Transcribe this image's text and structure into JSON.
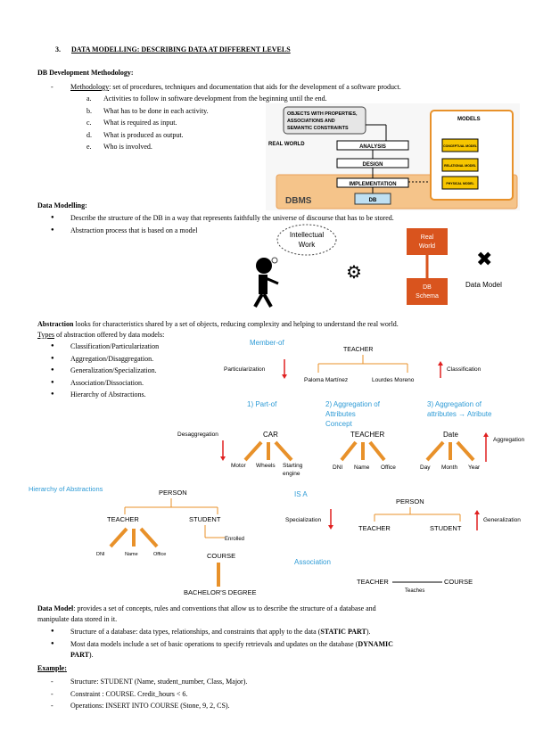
{
  "heading": {
    "num": "3.",
    "title": "DATA MODELLING: DESCRIBING DATA AT DIFFERENT LEVELS"
  },
  "dbdev": {
    "title": "DB Development Methodology",
    "methodology_term": "Methodology",
    "methodology_text": ": set of procedures, techniques and documentation that aids for the development of a software product.",
    "items": [
      {
        "letter": "a.",
        "text": "Activities to follow in software development from the beginning until the end."
      },
      {
        "letter": "b.",
        "text": "What has to be done in each activity."
      },
      {
        "letter": "c.",
        "text": "What is required as input."
      },
      {
        "letter": "d.",
        "text": "What is produced as output."
      },
      {
        "letter": "e.",
        "text": "Who is involved."
      }
    ]
  },
  "fig1": {
    "objects": "OBJECTS WITH PROPERTIES, ASSOCIATIONS AND SEMANTIC CONSTRAINTS",
    "real_world": "REAL WORLD",
    "analysis": "ANALYSIS",
    "design": "DESIGN",
    "implementation": "IMPLEMENTATION",
    "db": "DB",
    "dbms": "DBMS",
    "models": "MODELS",
    "m1": "CONCEPTUAL MODEL",
    "m2": "RELATIONAL MODEL",
    "m3": "PHYSICAL MODEL"
  },
  "modelling": {
    "title": "Data Modelling",
    "bullets": [
      "Describe the structure of the DB in a way that represents faithfully the universe of discourse that has to be stored.",
      "Abstraction process that is based on a model"
    ]
  },
  "fig2": {
    "thought": "Intellectual Work",
    "real_world": "Real World",
    "db_schema": "DB Schema",
    "data_model": "Data Model"
  },
  "abstraction": {
    "term": "Abstraction",
    "text": " looks for characteristics shared by a set of objects, reducing complexity and helping to understand the real world.",
    "types_term": "Types",
    "types_text": " of abstraction offered by data models:",
    "bullets": [
      "Classification/Particularization",
      "Aggregation/Disaggregation.",
      "Generalization/Specialization.",
      "Association/Dissociation.",
      "Hierarchy of Abstractions."
    ]
  },
  "fig3": {
    "member_of": "Member-of",
    "teacher": "TEACHER",
    "particularization": "Particularization",
    "classification": "Classification",
    "inst1": "Paloma Martínez",
    "inst2": "Lourdes Moreno",
    "part_of": "1) Part-of",
    "agg_attr": "2) Aggregation of Attributes → Concept",
    "agg_attr2": "3) Aggregation of attributes → Atribute",
    "desaggregation": "Desaggregation",
    "aggregation": "Aggregation",
    "car": "CAR",
    "motor": "Motor",
    "wheels": "Wheels",
    "starting": "Starting engine",
    "teacher2": "TEACHER",
    "dni": "DNI",
    "name": "Name",
    "office": "Office",
    "date": "Date",
    "day": "Day",
    "month": "Month",
    "year": "Year"
  },
  "fig4": {
    "hierarchy": "Hierarchy of Abstractions",
    "person": "PERSON",
    "teacher": "TEACHER",
    "student": "STUDENT",
    "dni": "DNI",
    "name": "Name",
    "office": "Office",
    "enrolled": "Enrolled",
    "course": "COURSE",
    "bachelor": "BACHELOR'S DEGREE",
    "is_a": "IS A",
    "person2": "PERSON",
    "specialization": "Specialization",
    "generalization": "Generalization",
    "teacher2": "TEACHER",
    "student2": "STUDENT",
    "association": "Association",
    "teacher3": "TEACHER",
    "course2": "COURSE",
    "teaches": "Teaches"
  },
  "datamodel": {
    "term": "Data Model",
    "line1": ": provides a set of concepts, rules and conventions that allow us to describe the structure of a database and",
    "line2": "manipulate data stored in it.",
    "b1_text": "Structure of a database: data types, relationships, and constraints that apply to the data (",
    "b1_bold": "STATIC PART",
    "b1_end": ").",
    "b2_text": "Most data models include a set of basic operations to specify retrievals and updates on the database (",
    "b2_bold": "DYNAMIC",
    "b2_line2_bold": "PART",
    "b2_end": ")."
  },
  "example": {
    "title": "Example",
    "items": [
      "Structure: STUDENT (Name, student_number, Class, Major).",
      "Constraint : COURSE. Credit_hours < 6.",
      "Operations: INSERT INTO COURSE (Stone, 9, 2, CS)."
    ]
  },
  "colors": {
    "orange": "#e8912a",
    "blue": "#2e9bd6",
    "red": "#e02020",
    "dbms_band": "#f5c48a"
  }
}
